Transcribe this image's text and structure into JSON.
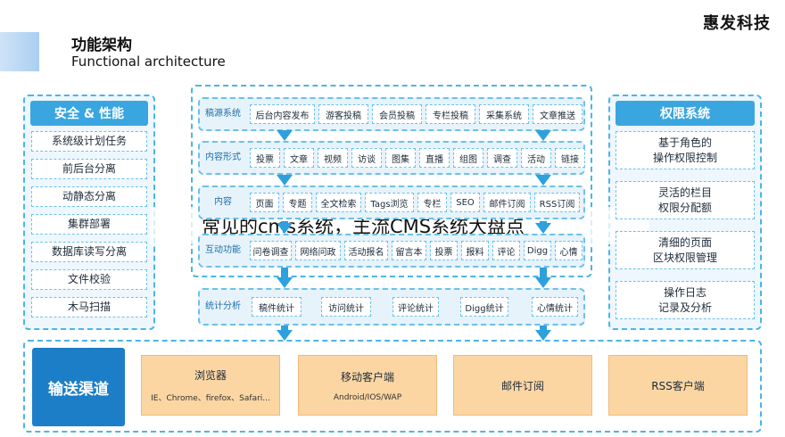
{
  "header": {
    "title_zh": "功能架构",
    "title_en": "Functional architecture",
    "brand": "惠发科技"
  },
  "left_panel": {
    "title": "安全 & 性能",
    "items": [
      "系统级计划任务",
      "前后台分离",
      "动静态分离",
      "集群部署",
      "数据库读写分离",
      "文件校验",
      "木马扫描"
    ]
  },
  "right_panel": {
    "title": "权限系统",
    "items": [
      "基于角色的\n操作权限控制",
      "灵活的栏目\n权限分配额",
      "清细的页面\n区块权限管理",
      "操作日志\n记录及分析"
    ]
  },
  "center": {
    "rows": [
      {
        "label": "稿源系统",
        "items": [
          "后台内容发布",
          "游客投稿",
          "会员投稿",
          "专栏投稿",
          "采集系统",
          "文章推送"
        ]
      },
      {
        "label": "内容形式",
        "items": [
          "投票",
          "文章",
          "视频",
          "访谈",
          "图集",
          "直播",
          "组图",
          "调查",
          "活动",
          "链接"
        ]
      },
      {
        "label": "内容",
        "items": [
          "页面",
          "专题",
          "全文检索",
          "Tags浏览",
          "专栏",
          "SEO",
          "邮件订阅",
          "RSS订阅"
        ]
      },
      {
        "label": "互动功能",
        "items": [
          "问卷调查",
          "网络问政",
          "活动报名",
          "留言本",
          "投票",
          "报料",
          "评论",
          "Digg",
          "心情"
        ]
      },
      {
        "label": "统计分析",
        "items": [
          "稿件统计",
          "访问统计",
          "评论统计",
          "Digg统计",
          "心情统计"
        ]
      }
    ]
  },
  "bottom": {
    "title": "输送渠道",
    "channels": [
      {
        "title": "浏览器",
        "sub": "IE、Chrome、firefox、Safari..."
      },
      {
        "title": "移动客户端",
        "sub": "Android/IOS/WAP"
      },
      {
        "title": "邮件订阅",
        "sub": ""
      },
      {
        "title": "RSS客户端",
        "sub": ""
      }
    ]
  },
  "overlay_caption": "常见的cms系统，主流CMS系统大盘点",
  "colors": {
    "accent": "#3aa6e0",
    "dark_accent": "#1c7ec6",
    "channel_fill": "#fbd6a3",
    "dashed": "#4bb5e6"
  }
}
